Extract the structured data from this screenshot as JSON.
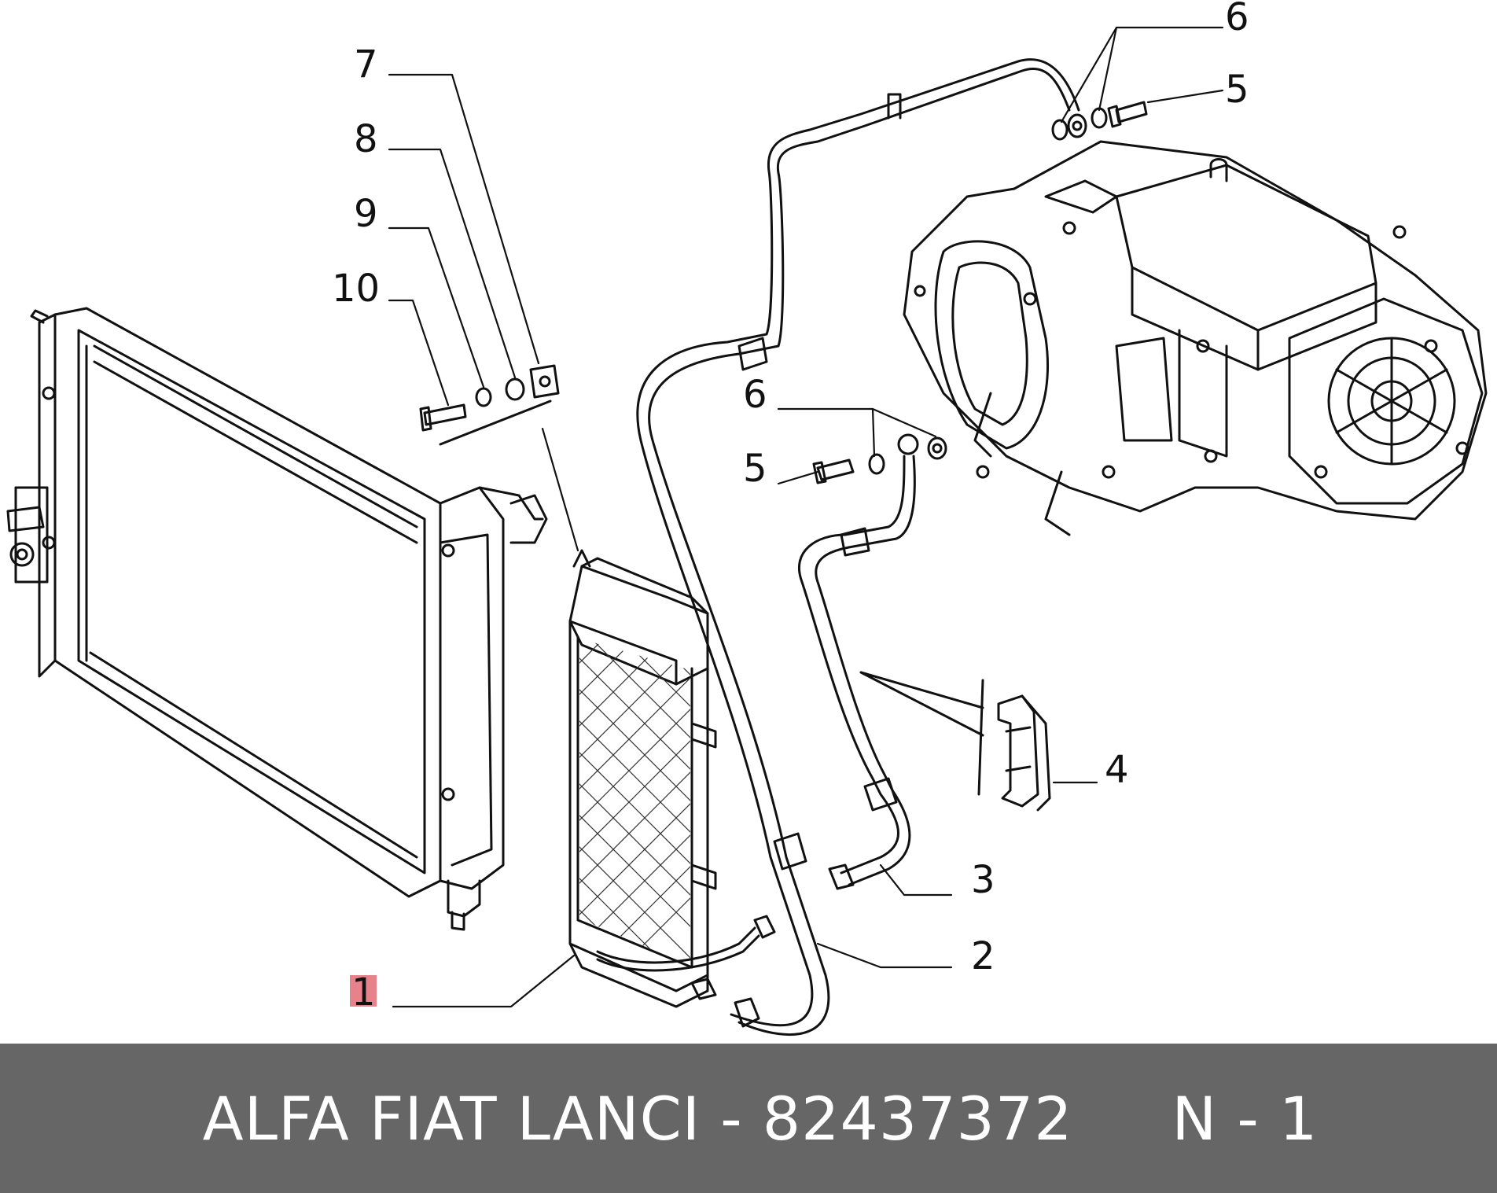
{
  "diagram": {
    "callouts": {
      "c1": "1",
      "c2": "2",
      "c3": "3",
      "c4": "4",
      "c5a": "5",
      "c5b": "5",
      "c6a": "6",
      "c6b": "6",
      "c7": "7",
      "c8": "8",
      "c9": "9",
      "c10": "10"
    },
    "highlight_color": "#e8828a",
    "line_color": "#111111"
  },
  "footer": {
    "text": "ALFA FIAT LANCI - 82437372     N - 1",
    "background": "#666666"
  }
}
